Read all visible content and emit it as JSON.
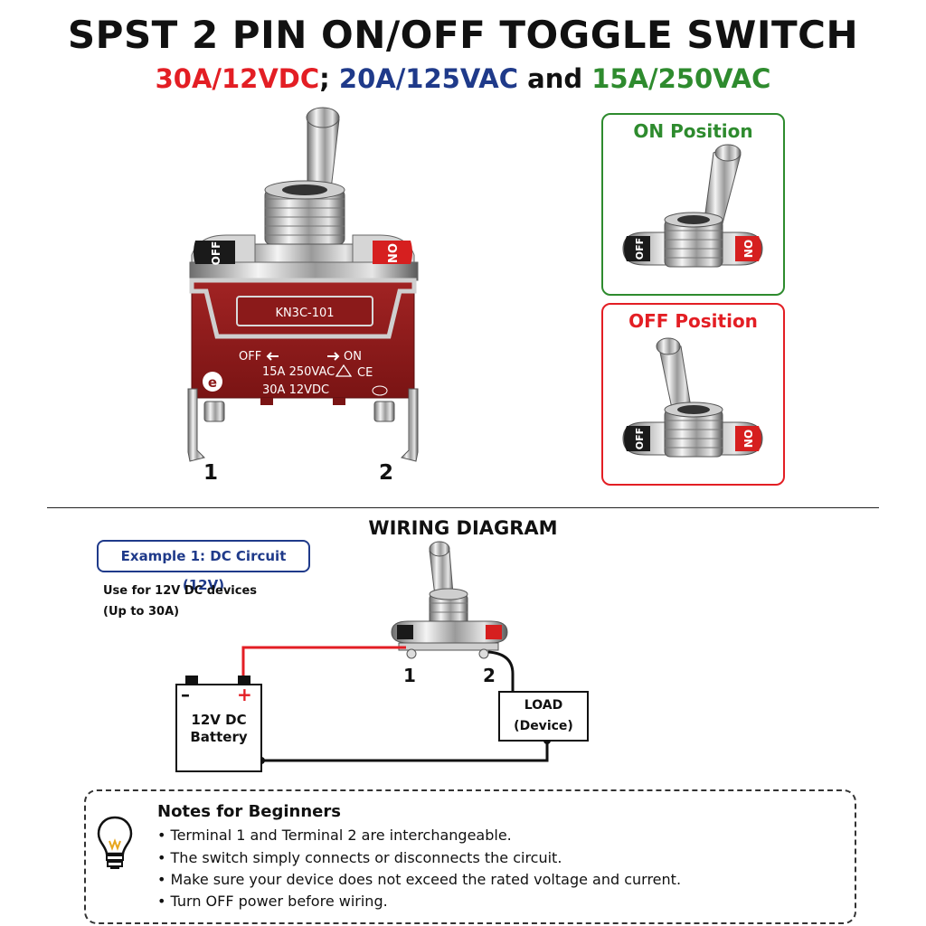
{
  "header": {
    "title": "SPST 2 PIN ON/OFF TOGGLE SWITCH",
    "rating_dc": "30A/12VDC",
    "sep1": ";",
    "rating_ac1": "20A/125VAC",
    "sep2": "and",
    "rating_ac2": "15A/250VAC"
  },
  "colors": {
    "dc": "#e31e24",
    "ac1": "#1f3a8a",
    "ac2": "#2e8b2e",
    "body": "#8b1a1a",
    "on_box": "#2e8b2e",
    "off_box": "#e31e24"
  },
  "switch_body": {
    "model": "KN3C-101",
    "off_label": "OFF",
    "on_label": "ON",
    "rating1": "15A 250VAC",
    "rating2": "30A 12VDC",
    "cap_off": "OFF",
    "cap_on": "ON",
    "terminal1": "1",
    "terminal2": "2",
    "icons": [
      "left-arrow-icon",
      "right-arrow-icon",
      "e-mark-icon",
      "warning-triangle-icon",
      "ce-mark-icon",
      "ccc-mark-icon"
    ]
  },
  "positions": {
    "on_title": "ON Position",
    "off_title": "OFF Position",
    "plate_off": "OFF",
    "plate_on": "ON"
  },
  "wiring": {
    "title": "WIRING DIAGRAM",
    "example": "Example 1: DC Circuit (12V)",
    "desc1": "Use for 12V DC devices",
    "desc2": "(Up to 30A)",
    "battery_line1": "12V DC",
    "battery_line2": "Battery",
    "minus": "–",
    "plus": "+",
    "load_line1": "LOAD",
    "load_line2": "(Device)",
    "t1": "1",
    "t2": "2"
  },
  "notes": {
    "title": "Notes for Beginners",
    "items": [
      "Terminal 1 and Terminal 2 are interchangeable.",
      "The switch simply connects or disconnects the circuit.",
      "Make sure your device does not exceed the rated voltage and current.",
      "Turn OFF power before wiring."
    ],
    "bullet": "•",
    "icon": "lightbulb-icon"
  }
}
